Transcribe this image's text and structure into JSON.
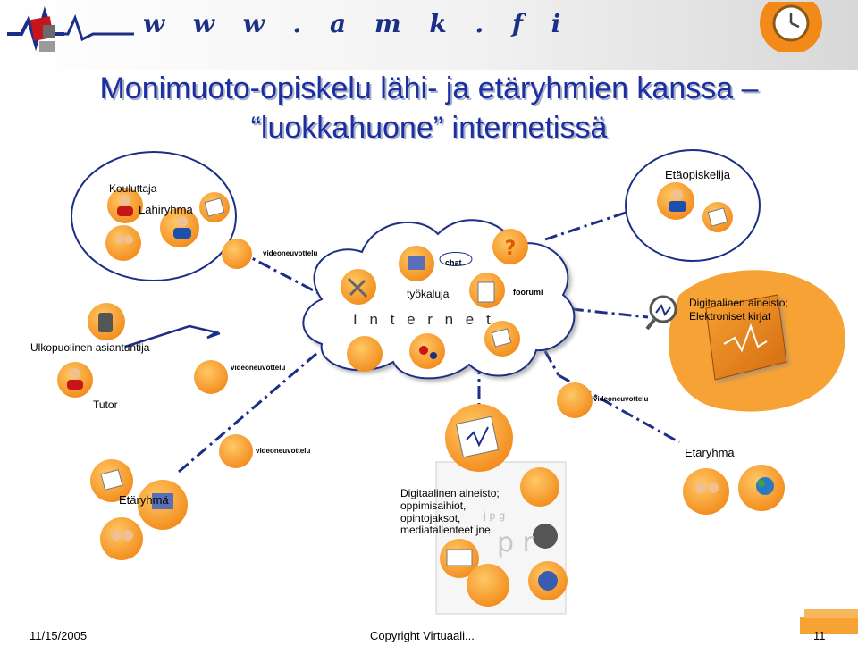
{
  "header": {
    "url": "w w w . a m k . f i",
    "title_line1": "Monimuoto-opiskelu lähi- ja etäryhmien kanssa –",
    "title_line2": "“luokkahuone” internetissä"
  },
  "labels": {
    "kouluttaja": "Kouluttaja",
    "lahiryhma": "Lähiryhmä",
    "etaopiskelija": "Etäopiskelija",
    "tyokaluja": "työkaluja",
    "internet": "I n t e r n e t",
    "chat": "chat",
    "foorumi": "foorumi",
    "digital_line1": "Digitaalinen aineisto;",
    "digital_line2": "Elektroniset kirjat",
    "ulkopuolinen": "Ulkopuolinen asiantuntija",
    "tutor": "Tutor",
    "etaryhma_right": "Etäryhmä",
    "etaryhma_left": "Etäryhmä",
    "materials_line1": "Digitaalinen aineisto;",
    "materials_line2": "oppimisaihiot,",
    "materials_line3": "opintojaksot,",
    "materials_line4": "mediatallenteet jne.",
    "videoneuvottelu": "videoneuvottelu",
    "jpg": "jpg"
  },
  "footer": {
    "date": "11/15/2005",
    "copyright": "Copyright Virtuaali...",
    "page_number": "11"
  },
  "colors": {
    "title": "#1c2fa0",
    "accent_orange": "#f28a1a",
    "bubble_orange": "#f7a234",
    "line_blue": "#1c2f86"
  }
}
